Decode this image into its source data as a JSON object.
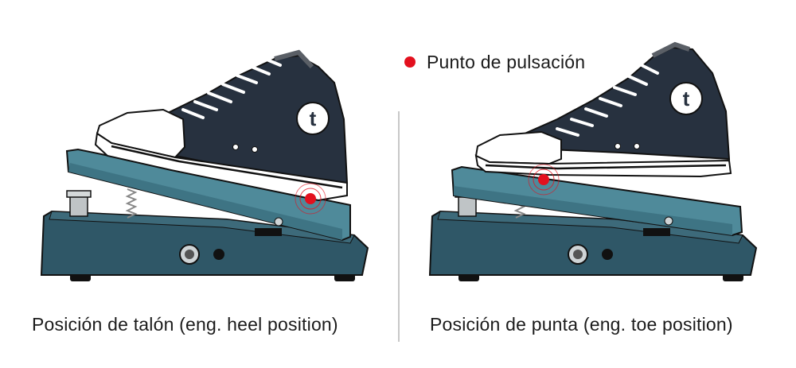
{
  "legend": {
    "label": "Punto de pulsación",
    "dot_color": "#e3101e"
  },
  "panels": [
    {
      "caption": "Posición de talón (eng. heel position)"
    },
    {
      "caption": "Posición de punta (eng. toe position)"
    }
  ],
  "logo_letter": "t",
  "colors": {
    "pedal_base": "#2f5767",
    "pedal_rocker": "#4f8a9a",
    "shoe_canvas": "#27313f",
    "sole": "#ffffff",
    "outline": "#111111",
    "divider": "#b5b5b5"
  }
}
